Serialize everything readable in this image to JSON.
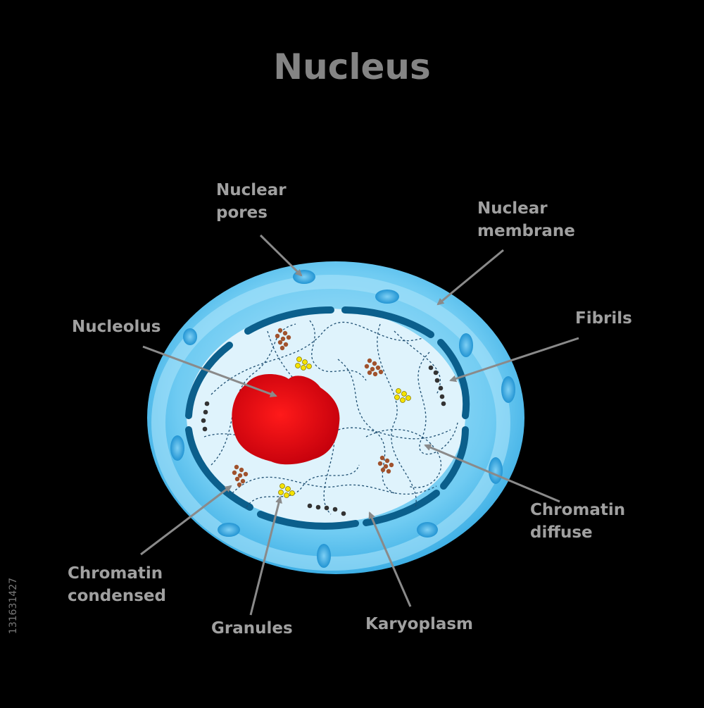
{
  "title": "Nucleus",
  "stock_id": "131631427",
  "labels": {
    "nuclear_pores": [
      "Nuclear",
      "pores"
    ],
    "nuclear_membrane": [
      "Nuclear",
      "membrane"
    ],
    "nucleolus": "Nucleolus",
    "fibrils": "Fibrils",
    "chromatin_diffuse": [
      "Chromatin",
      "diffuse"
    ],
    "chromatin_condensed": [
      "Chromatin",
      "condensed"
    ],
    "granules": "Granules",
    "karyoplasm": "Karyoplasm"
  },
  "colors": {
    "background": "#000000",
    "label": "#a0a0a0",
    "title": "#848484",
    "membrane_light": "#8fdcf7",
    "membrane_mid": "#39b3ea",
    "karyoplasm": "#dff3fc",
    "envelope_segment": "#0b5f8c",
    "nucleolus": "#e30613",
    "chromatin": "#a0522d",
    "granules": "#f5e300",
    "fibrils": "#333333",
    "arrow": "#8a8a8a"
  }
}
